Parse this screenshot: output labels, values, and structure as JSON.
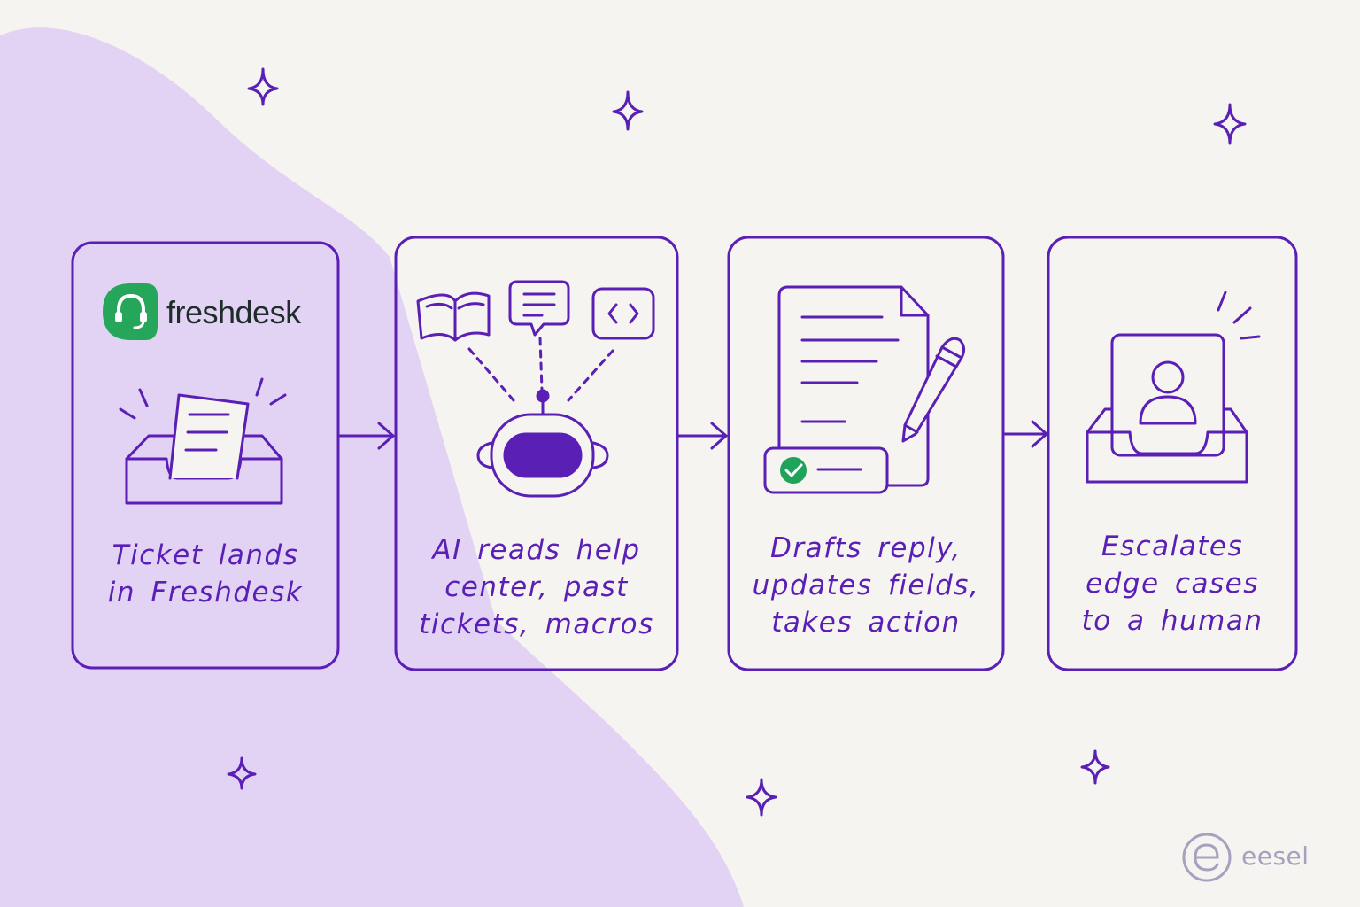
{
  "diagram": {
    "steps": [
      {
        "lines": [
          "Ticket lands",
          "in Freshdesk"
        ]
      },
      {
        "lines": [
          "AI reads help",
          "center, past",
          "tickets, macros"
        ]
      },
      {
        "lines": [
          "Drafts reply,",
          "updates fields,",
          "takes action"
        ]
      },
      {
        "lines": [
          "Escalates",
          "edge cases",
          "to a human"
        ]
      }
    ]
  },
  "logos": {
    "freshdesk": "freshdesk",
    "eesel": "eesel"
  },
  "colors": {
    "background": "#f6f4f0",
    "blob": "#e2d2f4",
    "stroke": "#5a1fb5",
    "freshdesk_green": "#25a65a",
    "check_green": "#1fa35a",
    "brand_gray": "#a8a0bf"
  },
  "icons": [
    "sparkle-icon",
    "freshdesk-headset-icon",
    "inbox-ticket-icon",
    "book-icon",
    "chat-bubble-icon",
    "code-icon",
    "robot-icon",
    "document-icon",
    "pencil-icon",
    "check-icon",
    "inbox-person-icon",
    "eesel-logo-icon"
  ]
}
